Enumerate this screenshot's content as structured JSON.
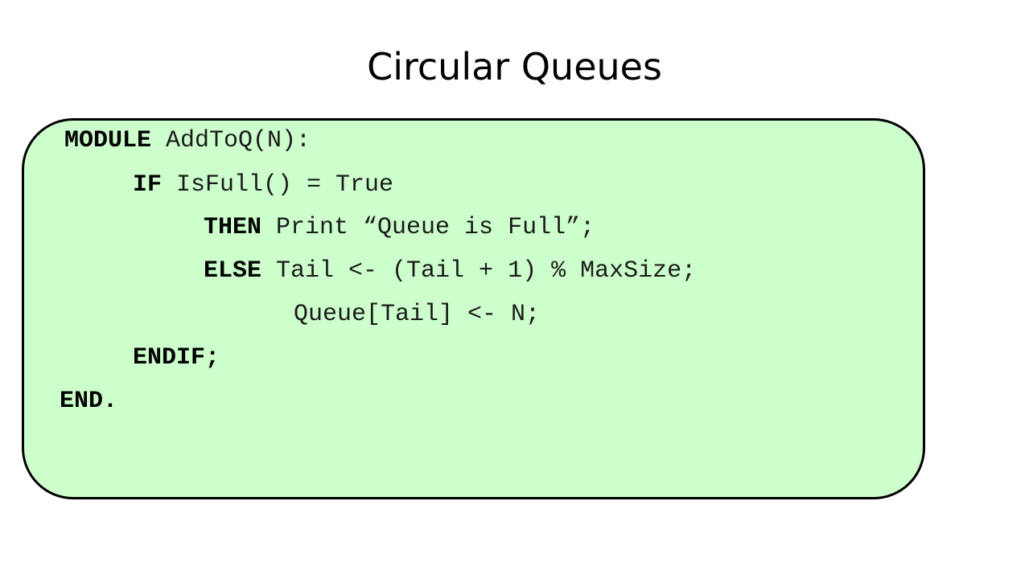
{
  "slide": {
    "title": "Circular Queues"
  },
  "code": {
    "line1": {
      "keyword": "MODULE",
      "text": " AddToQ(N):"
    },
    "line2": {
      "keyword": "IF",
      "text": " IsFull() = True"
    },
    "line3": {
      "keyword": "THEN",
      "text": " Print “Queue is Full”;"
    },
    "line4": {
      "keyword": "ELSE",
      "text": " Tail <- (Tail + 1) % MaxSize;"
    },
    "line5": {
      "text": "Queue[Tail] <- N;"
    },
    "line6": {
      "keyword": "ENDIF;"
    },
    "line7": {
      "keyword": "END."
    }
  },
  "colors": {
    "code_background": "#ccffcc",
    "border": "#000000"
  }
}
